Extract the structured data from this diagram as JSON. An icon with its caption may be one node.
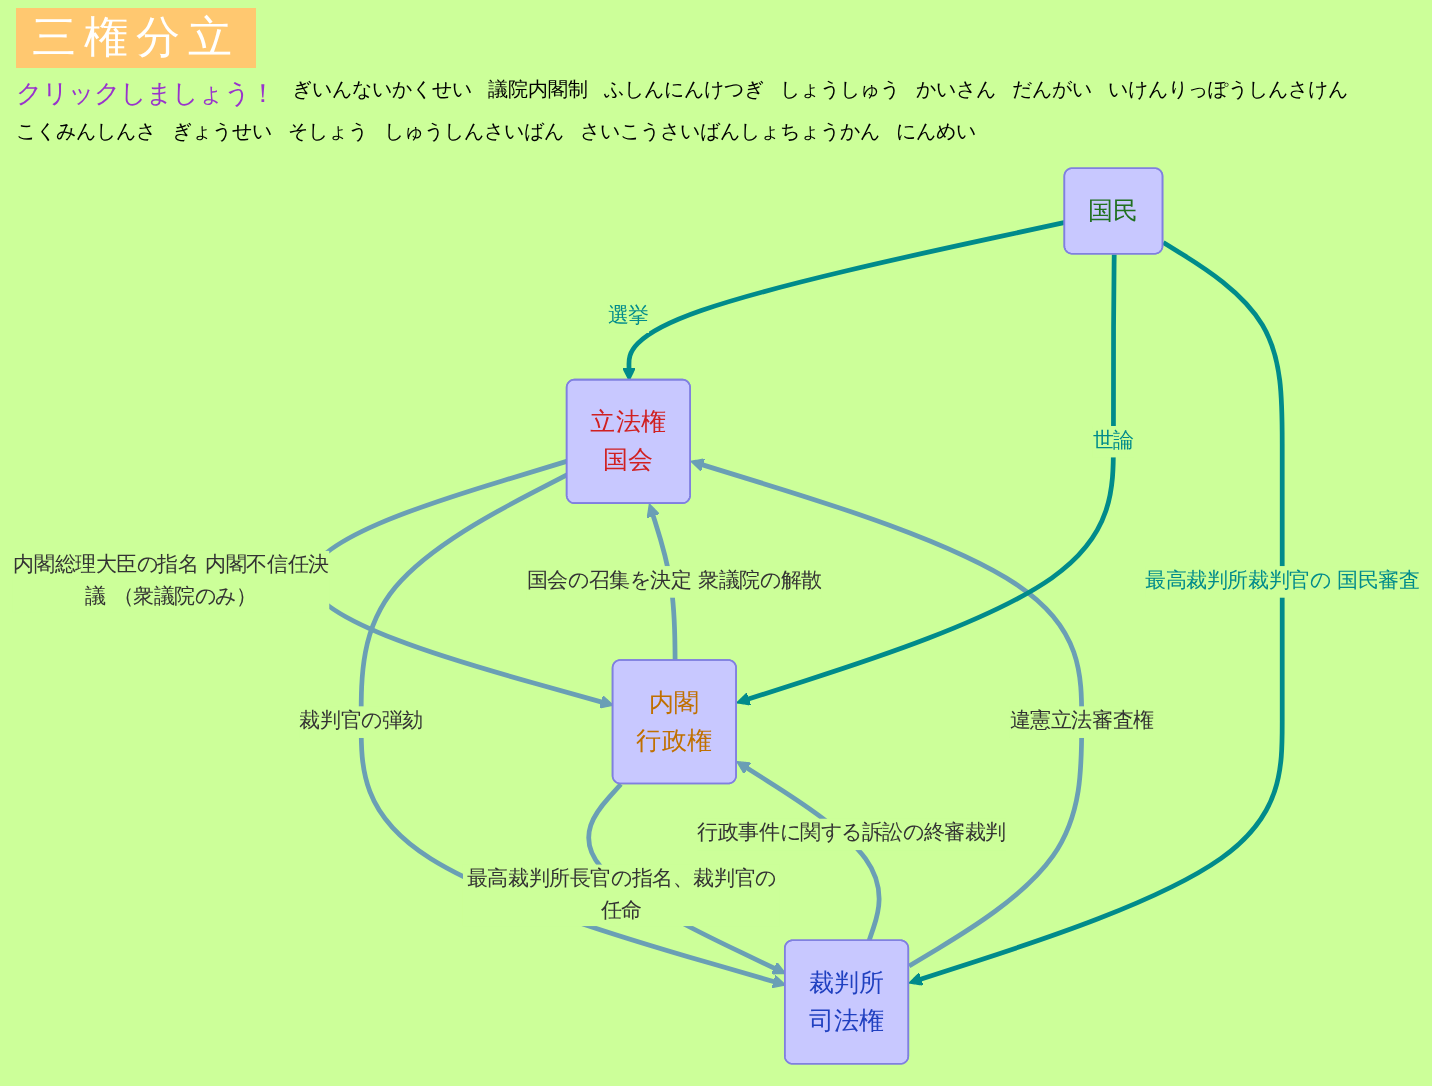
{
  "diagram": {
    "title": "三権分立",
    "nodes": [
      {
        "text": [
          "立法権",
          "国会"
        ]
      },
      {
        "text": [
          "国民"
        ]
      },
      {
        "text": [
          "内閣",
          "行政権"
        ]
      },
      {
        "text": [
          "裁判所",
          "司法権"
        ]
      }
    ],
    "edges": [
      {
        "from": 0,
        "to": 2,
        "arrow": "to",
        "label": "内閣総理大臣の指名 内閣不信任決議 （衆議院のみ）"
      },
      {
        "from": 2,
        "to": 0,
        "arrow": "to",
        "label": "国会の召集を決定 衆議院の解散"
      },
      {
        "from": 0,
        "to": 3,
        "arrow": "to",
        "label": "裁判官の弾劾"
      },
      {
        "from": 3,
        "to": 0,
        "arrow": "to",
        "label": "違憲立法審査権"
      },
      {
        "from": 1,
        "to": 0,
        "arrow": "to",
        "label": "選挙",
        "color": "#008b8b"
      },
      {
        "from": 1,
        "to": 2,
        "arrow": "to",
        "label": "世論",
        "color": "#008b8b"
      },
      {
        "from": 1,
        "to": 3,
        "arrow": "to",
        "label": "最高裁判所裁判官の 国民審査",
        "color": "#008b8b"
      },
      {
        "from": 3,
        "to": 2,
        "arrow": "to",
        "label": "行政事件に関する訴訟の終審裁判"
      },
      {
        "from": 2,
        "to": 3,
        "arrow": "to",
        "label": "最高裁判所長官の指名、裁判官の任命"
      }
    ],
    "labels": [
      "クリックしましょう！",
      "ぎいんないかくせい",
      "議院内閣制",
      "ふしんにんけつぎ",
      "しょうしゅう",
      "かいさん",
      "だんがい",
      "いけんりっぽうしんさけん",
      "こくみんしんさ",
      "ぎょうせい",
      "そしょう",
      "しゅうしんさいばん",
      "さいこうさいばんしょちょうかん",
      "にんめい"
    ]
  }
}
